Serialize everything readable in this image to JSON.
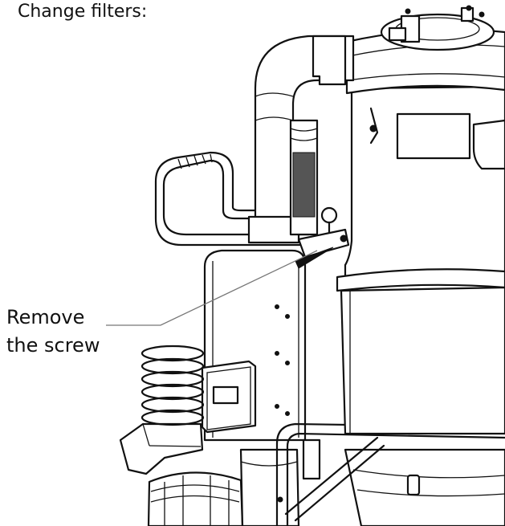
{
  "title": "Change filters:",
  "callout": {
    "line1": "Remove",
    "line2": "the screw"
  },
  "colors": {
    "line": "#111111",
    "leader": "#777777",
    "background": "#ffffff"
  }
}
